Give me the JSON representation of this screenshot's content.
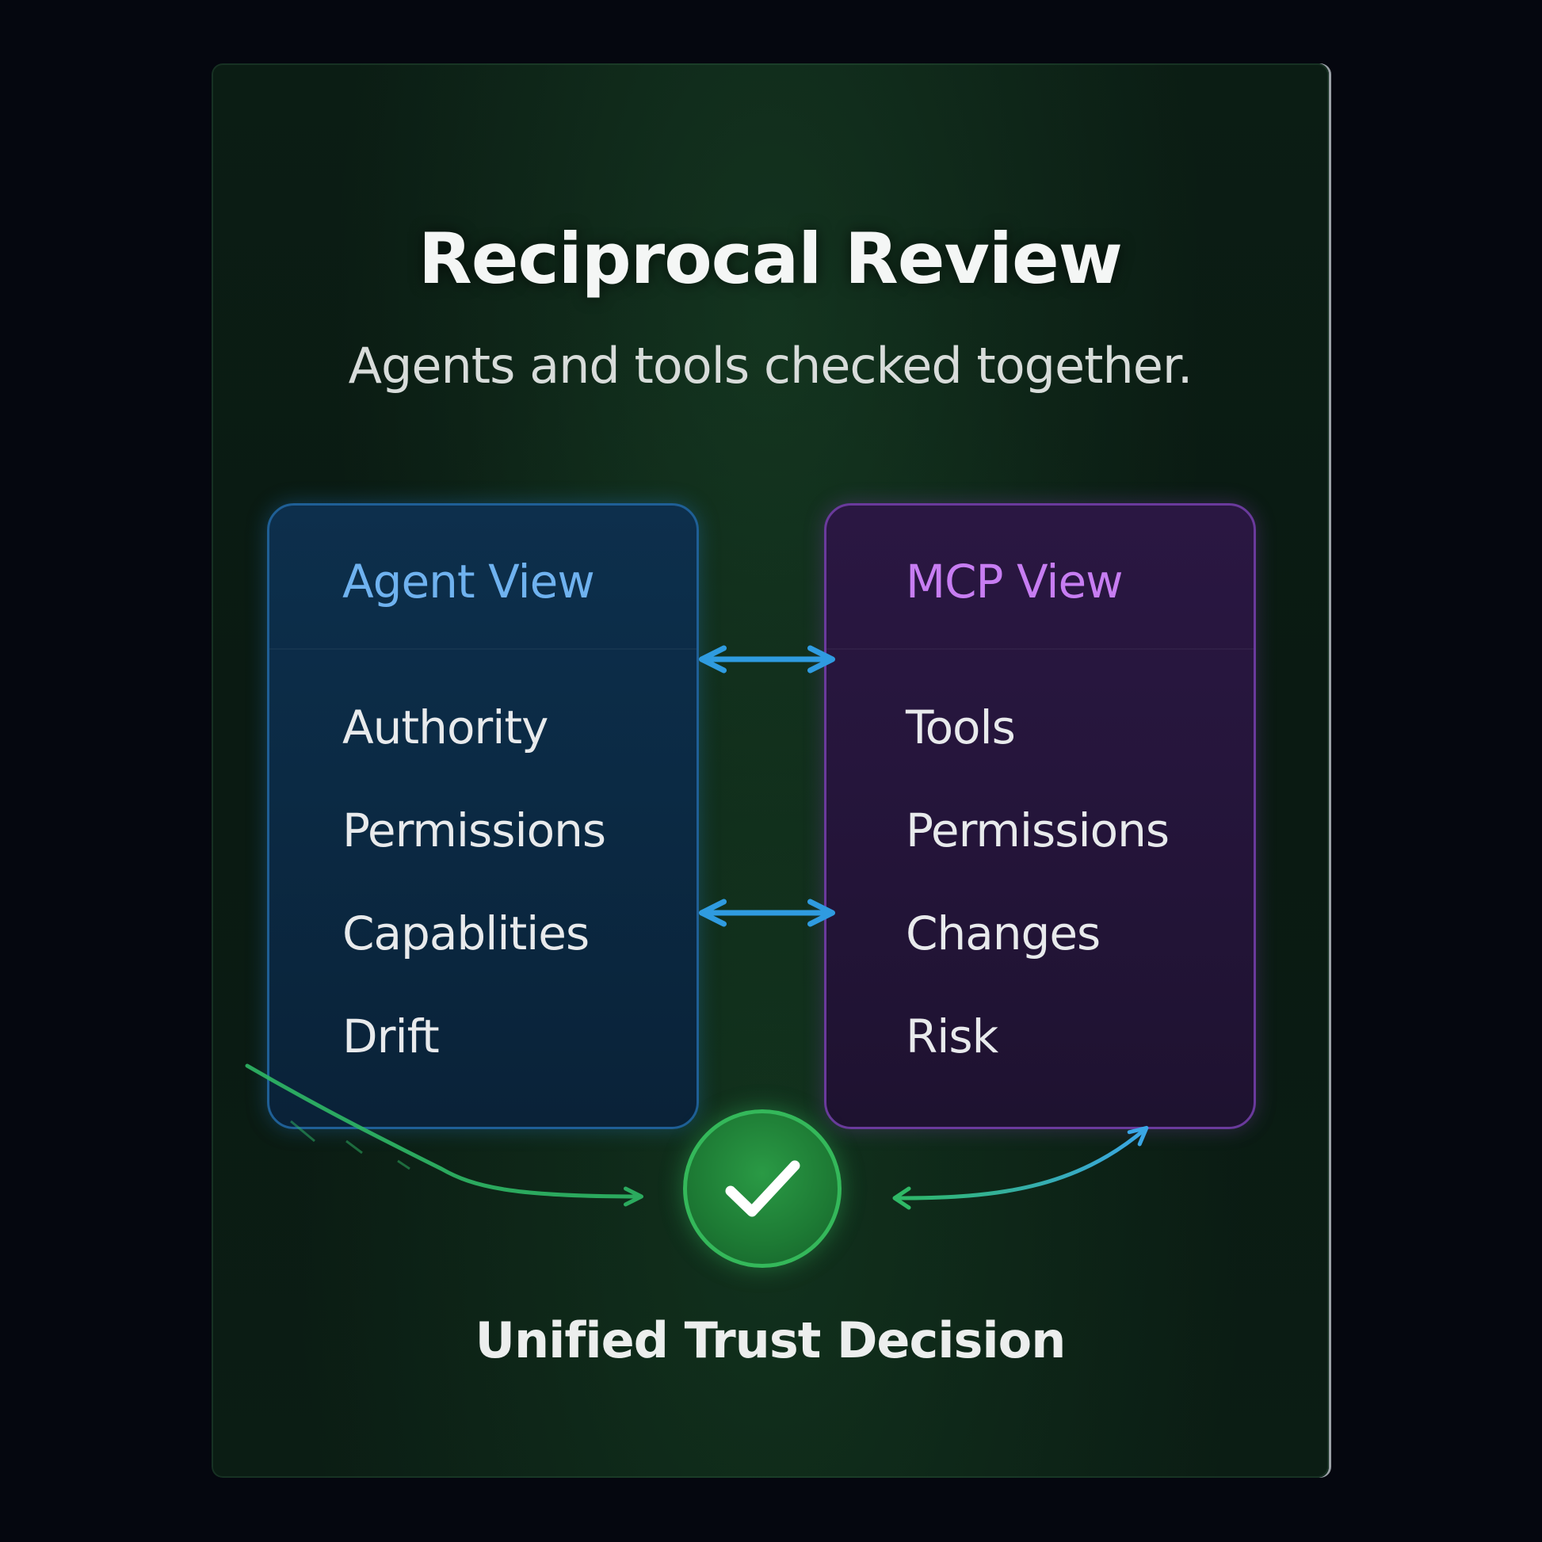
{
  "title": "Reciprocal Review",
  "subtitle": "Agents and tools checked together.",
  "agent_view": {
    "title": "Agent View",
    "items": [
      "Authority",
      "Permissions",
      "Capablities",
      "Drift"
    ]
  },
  "mcp_view": {
    "title": "MCP View",
    "items": [
      "Tools",
      "Permissions",
      "Changes",
      "Risk"
    ]
  },
  "decision": {
    "label": "Unified Trust Decision",
    "icon": "checkmark-icon"
  },
  "colors": {
    "agent_accent": "#6fb2ef",
    "mcp_accent": "#c77df2",
    "arrow_blue": "#2f9be0",
    "arrow_green": "#2fb866",
    "check_green": "#1d7a34"
  }
}
